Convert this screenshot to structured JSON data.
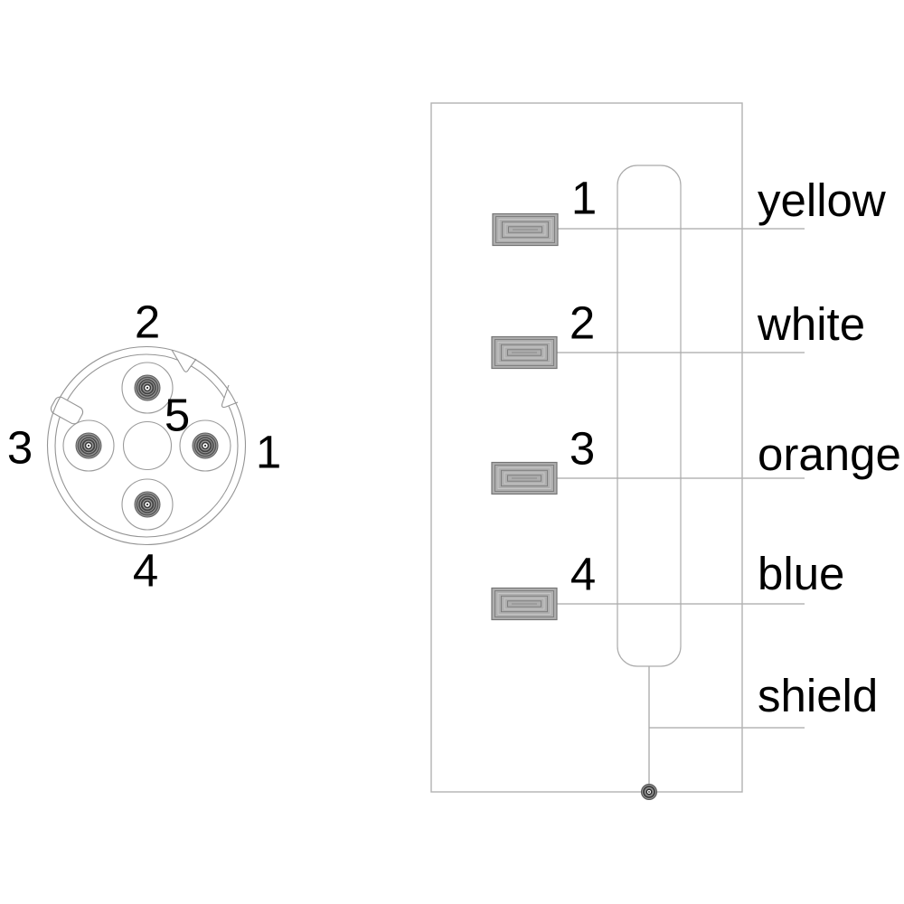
{
  "connector_face": {
    "labels": {
      "pin1": "1",
      "pin2": "2",
      "pin3": "3",
      "pin4": "4",
      "pin5": "5"
    }
  },
  "wiring_diagram": {
    "pins": [
      {
        "number": "1",
        "wire_color": "yellow"
      },
      {
        "number": "2",
        "wire_color": "white"
      },
      {
        "number": "3",
        "wire_color": "orange"
      },
      {
        "number": "4",
        "wire_color": "blue"
      }
    ],
    "shield": {
      "label": "shield"
    }
  },
  "colors": {
    "diagram_line": "#a8a8a8",
    "connector_line": "#949494",
    "pad_fill": "#aeaeae",
    "pad_ring": "#7a7a7a",
    "text": "#000000"
  }
}
